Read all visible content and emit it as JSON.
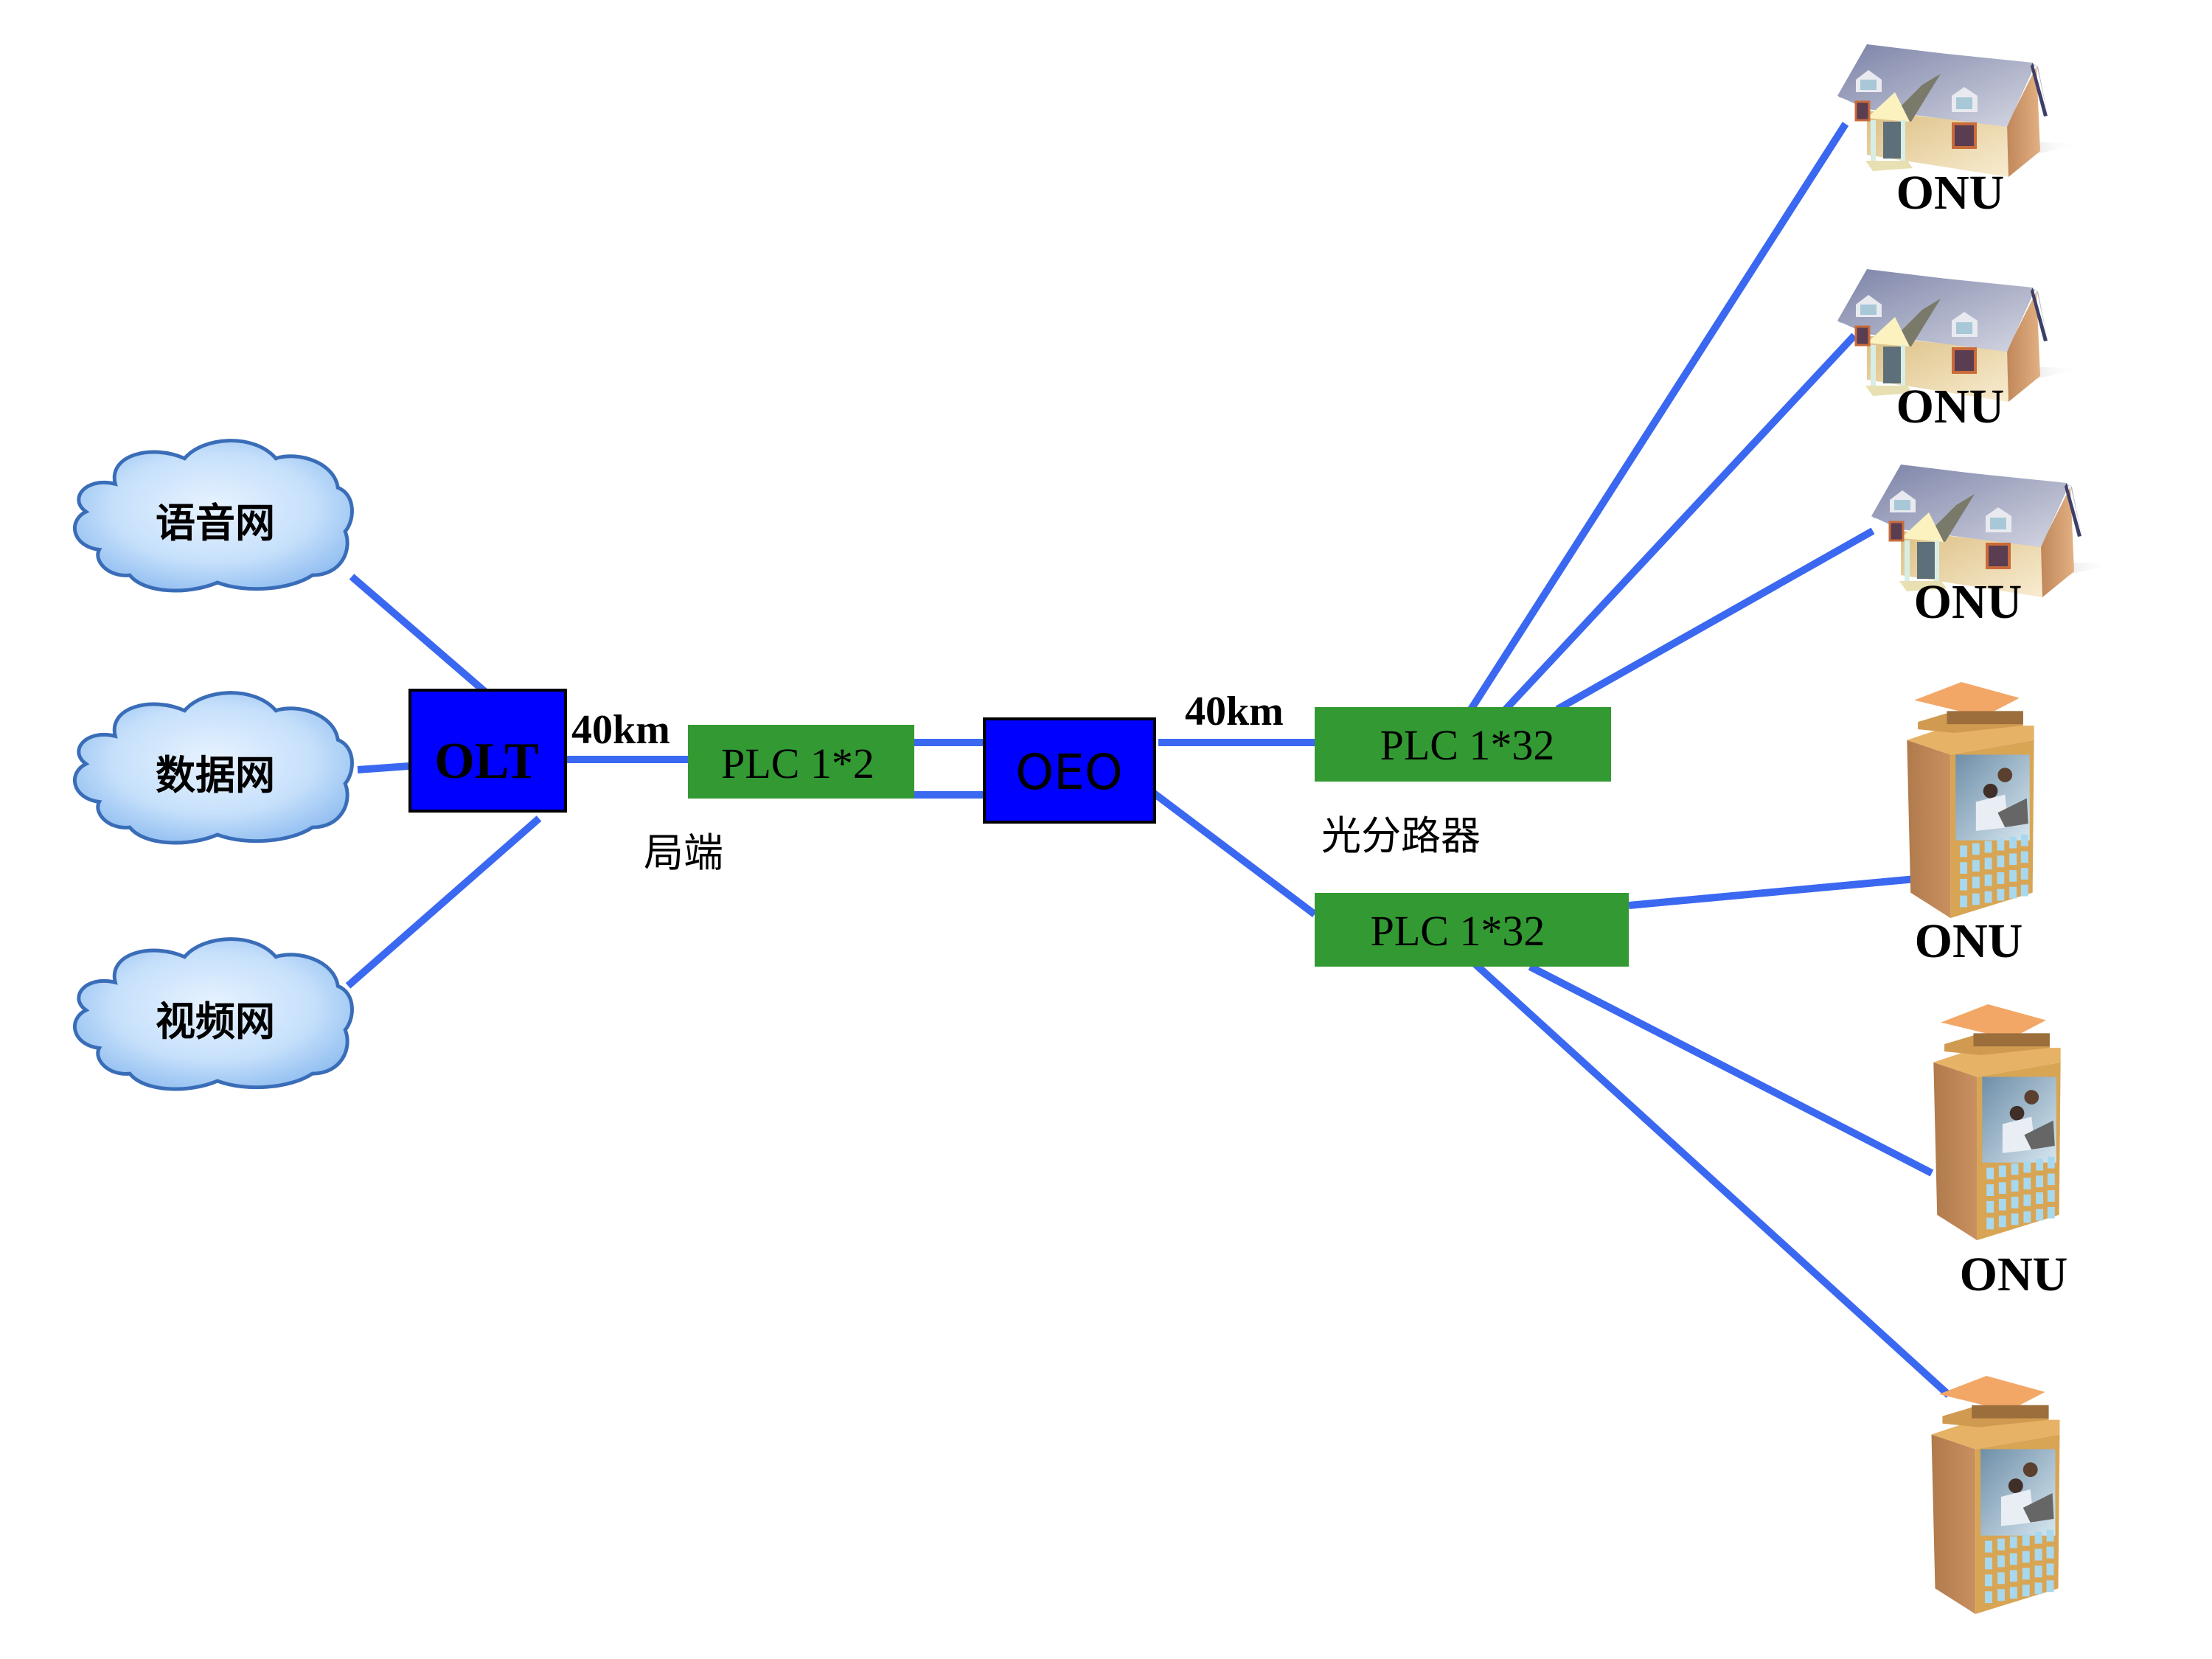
{
  "diagram": {
    "clouds": [
      {
        "id": "voice",
        "label": "语音网"
      },
      {
        "id": "data",
        "label": "数据网"
      },
      {
        "id": "video",
        "label": "视频网"
      }
    ],
    "olt": {
      "label": "OLT",
      "color": "#0000ff"
    },
    "oeo": {
      "label": "OEO",
      "color": "#0000ff"
    },
    "plc_head": {
      "label": "PLC 1*2",
      "color": "#339933"
    },
    "plc_upper": {
      "label": "PLC 1*32",
      "color": "#339933"
    },
    "plc_lower": {
      "label": "PLC 1*32",
      "color": "#339933"
    },
    "distance_left": "40km",
    "distance_right": "40km",
    "head_end_label": "局端",
    "splitter_label": "光分路器",
    "link_color": "#3b68f0",
    "onus": [
      {
        "type": "house",
        "label": "ONU"
      },
      {
        "type": "house",
        "label": "ONU"
      },
      {
        "type": "house",
        "label": "ONU"
      },
      {
        "type": "building",
        "label": "ONU"
      },
      {
        "type": "building",
        "label": "ONU"
      },
      {
        "type": "building",
        "label": ""
      }
    ]
  }
}
